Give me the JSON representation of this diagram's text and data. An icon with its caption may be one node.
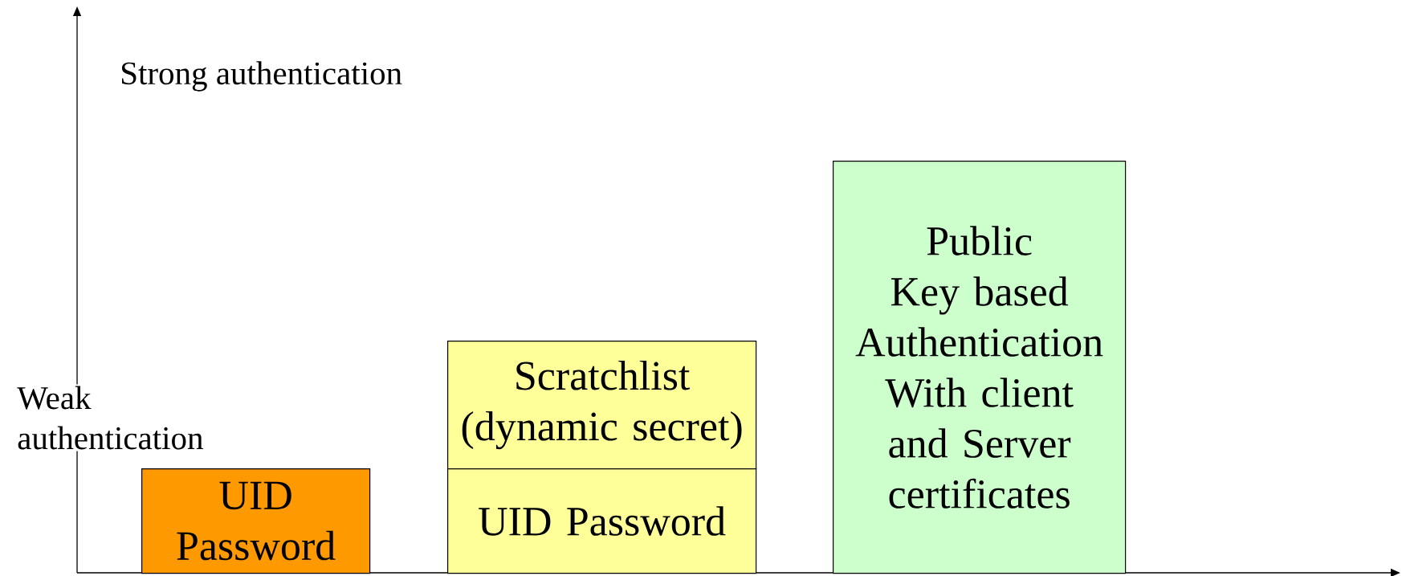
{
  "diagram": {
    "nodes": [
      {
        "text": [
          "UID Password"
        ]
      },
      {
        "text": [
          "Scratchlist (dynamic secret)"
        ]
      },
      {
        "text": [
          "UID Password"
        ]
      },
      {
        "text": [
          "Public Key based Authentication With client and Server certificates"
        ]
      }
    ],
    "edges": [],
    "labels": [
      "Strong authentication",
      "Weak authentication"
    ]
  }
}
